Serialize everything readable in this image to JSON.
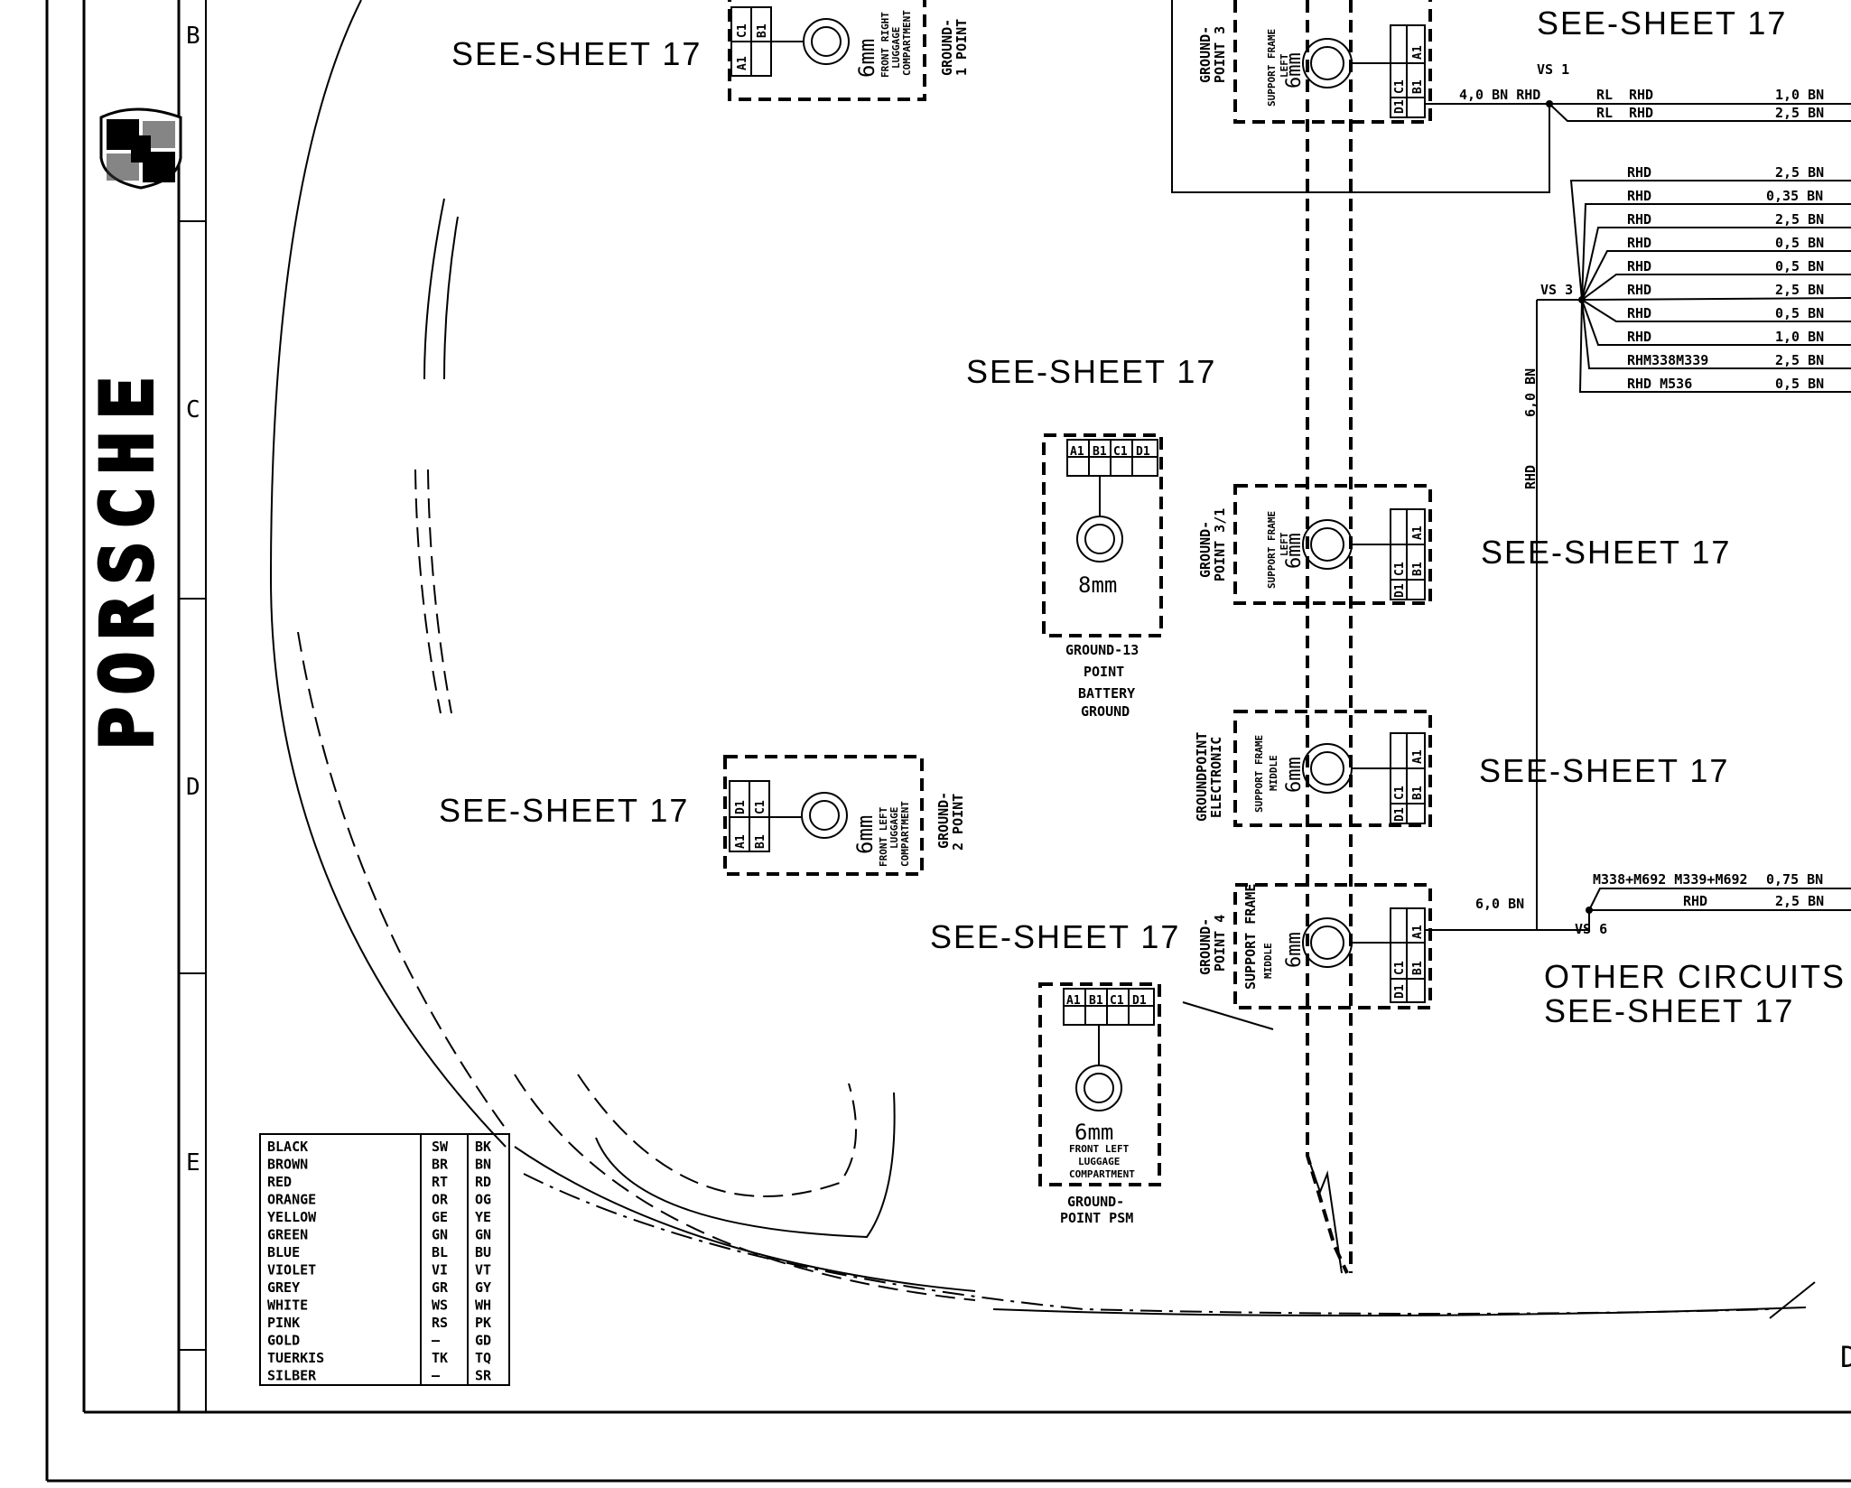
{
  "brand": {
    "name": "PORSCHE"
  },
  "zones": [
    "B",
    "C",
    "D",
    "E"
  ],
  "sheet_refs": {
    "top_left": "SEE-SHEET 17",
    "top_right": "SEE-SHEET 17",
    "center_upper": "SEE-SHEET 17",
    "mid_left": "SEE-SHEET 17",
    "gp31_right": "SEE-SHEET 17",
    "elec_right": "SEE-SHEET 17",
    "lower_mid": "SEE-SHEET 17",
    "other_circuits": [
      "OTHER CIRCUITS",
      "SEE-SHEET 17"
    ]
  },
  "ground_points": {
    "gp1": {
      "size": "6mm",
      "desc": [
        "FRONT RIGHT",
        "LUGGAGE",
        "COMPARTMENT"
      ],
      "label": [
        "GROUND-",
        "1 POINT"
      ],
      "pins": [
        "A1",
        "B1",
        "C1"
      ]
    },
    "gp2": {
      "size": "6mm",
      "desc": [
        "FRONT LEFT",
        "LUGGAGE",
        "COMPARTMENT"
      ],
      "label": [
        "GROUND-",
        "2 POINT"
      ],
      "pins": [
        "A1",
        "B1",
        "C1",
        "D1"
      ]
    },
    "gp13": {
      "size": "8mm",
      "label": [
        "GROUND-13",
        "POINT",
        "BATTERY",
        "GROUND"
      ],
      "pins": [
        "A1",
        "B1",
        "C1",
        "D1"
      ]
    },
    "gppsm": {
      "size": "6mm",
      "desc": [
        "FRONT LEFT",
        "LUGGAGE",
        "COMPARTMENT"
      ],
      "label": [
        "GROUND-",
        "POINT PSM"
      ],
      "pins": [
        "A1",
        "B1",
        "C1",
        "D1"
      ]
    },
    "gp3": {
      "size": "6mm",
      "side": [
        "SUPPORT FRAME",
        "LEFT"
      ],
      "label": [
        "GROUND-",
        "POINT 3"
      ],
      "pins": [
        "A1",
        "B1",
        "C1",
        "D1"
      ]
    },
    "gp31": {
      "size": "6mm",
      "side": [
        "SUPPORT FRAME",
        "LEFT"
      ],
      "label": [
        "GROUND-",
        "POINT 3/1"
      ],
      "pins": [
        "A1",
        "B1",
        "C1",
        "D1"
      ]
    },
    "gpelec": {
      "size": "6mm",
      "side": [
        "SUPPORT FRAME",
        "MIDDLE"
      ],
      "label": [
        "GROUNDPOINT",
        "ELECTRONIC"
      ],
      "pins": [
        "A1",
        "B1",
        "C1",
        "D1"
      ]
    },
    "gp4": {
      "size": "6mm",
      "side": [
        "SUPPORT FRAME",
        "MIDDLE"
      ],
      "label": [
        "GROUND-",
        "POINT 4"
      ],
      "pins": [
        "A1",
        "B1",
        "C1",
        "D1"
      ]
    }
  },
  "splices": {
    "vs1": {
      "name": "VS 1",
      "in_wire": "4,0 BN RHD",
      "wires": [
        {
          "a": "RL",
          "b": "RHD",
          "size": "1,0 BN"
        },
        {
          "a": "RL",
          "b": "RHD",
          "size": "2,5 BN"
        }
      ]
    },
    "vs3": {
      "name": "VS 3",
      "vertical_wire": [
        "6,0 BN",
        "RHD"
      ],
      "wires": [
        {
          "label": "RHD",
          "size": "2,5 BN"
        },
        {
          "label": "RHD",
          "size": "0,35 BN"
        },
        {
          "label": "RHD",
          "size": "2,5 BN"
        },
        {
          "label": "RHD",
          "size": "0,5 BN"
        },
        {
          "label": "RHD",
          "size": "0,5 BN"
        },
        {
          "label": "RHD",
          "size": "2,5 BN"
        },
        {
          "label": "RHD",
          "size": "0,5 BN"
        },
        {
          "label": "RHD",
          "size": "1,0 BN"
        },
        {
          "label": "RHM338M339",
          "size": "2,5 BN"
        },
        {
          "label": "RHD M536",
          "size": "0,5 BN"
        }
      ]
    },
    "vs6": {
      "name": "VS 6",
      "in_wire": "6,0 BN",
      "wires": [
        {
          "label": "M338+M692 M339+M692",
          "size": "0,75 BN"
        },
        {
          "label": "RHD",
          "size": "2,5 BN"
        }
      ]
    }
  },
  "color_legend": [
    {
      "name": "BLACK",
      "de": "SW",
      "en": "BK"
    },
    {
      "name": "BROWN",
      "de": "BR",
      "en": "BN"
    },
    {
      "name": "RED",
      "de": "RT",
      "en": "RD"
    },
    {
      "name": "ORANGE",
      "de": "OR",
      "en": "OG"
    },
    {
      "name": "YELLOW",
      "de": "GE",
      "en": "YE"
    },
    {
      "name": "GREEN",
      "de": "GN",
      "en": "GN"
    },
    {
      "name": "BLUE",
      "de": "BL",
      "en": "BU"
    },
    {
      "name": "VIOLET",
      "de": "VI",
      "en": "VT"
    },
    {
      "name": "GREY",
      "de": "GR",
      "en": "GY"
    },
    {
      "name": "WHITE",
      "de": "WS",
      "en": "WH"
    },
    {
      "name": "PINK",
      "de": "RS",
      "en": "PK"
    },
    {
      "name": "GOLD",
      "de": "—",
      "en": "GD"
    },
    {
      "name": "TUERKIS",
      "de": "TK",
      "en": "TQ"
    },
    {
      "name": "SILBER",
      "de": "—",
      "en": "SR"
    }
  ],
  "edge_fragment": "D"
}
